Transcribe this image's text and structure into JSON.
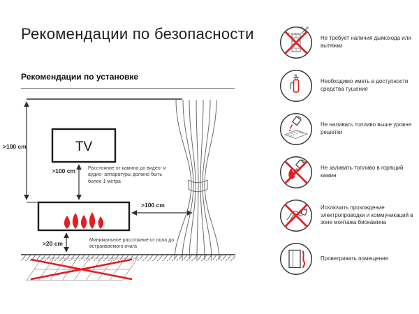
{
  "page": {
    "title": "Рекомендации по безопасности"
  },
  "installation": {
    "section_title": "Рекомендации по установке",
    "tv_label": "TV",
    "dim_wall": ">100 cm",
    "dim_tv": ">100 cm",
    "dim_curtain": ">100 cm",
    "dim_floor": ">20 cm",
    "note_tv": "Расстояние от камина до видео- и аудио- аппаратуры должно быть более 1 метра",
    "note_floor": "Минимальное расстояние от пола до встраиваемого очага"
  },
  "recommendations": [
    {
      "icon": "no-chimney-icon",
      "text": "Не требует наличия дымохода или вытяжки"
    },
    {
      "icon": "extinguisher-icon",
      "text": "Необходимо иметь в доступности средства тушения"
    },
    {
      "icon": "no-overfill-icon",
      "text": "Не наливать топливо выше уровня решетки"
    },
    {
      "icon": "no-refuel-burning-icon",
      "text": "Не заливать топливо в горящий камин"
    },
    {
      "icon": "no-wiring-icon",
      "text": "Исключить прохождение электропроводки и коммуникаций в зоне монтажа биокамина"
    },
    {
      "icon": "ventilate-icon",
      "text": "Проветривать помещение"
    }
  ],
  "colors": {
    "accent_red": "#e31e24",
    "line_dark": "#2f2f2f"
  }
}
